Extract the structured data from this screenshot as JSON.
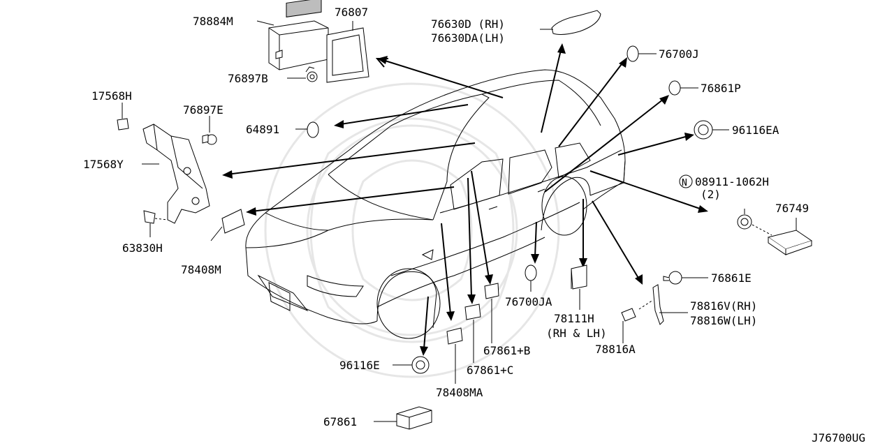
{
  "diagram_code": "J76700UG",
  "parts": {
    "p78884M": "78884M",
    "p76807": "76807",
    "p76630D": "76630D (RH)",
    "p76630DA": "76630DA(LH)",
    "p76700J": "76700J",
    "p76861P": "76861P",
    "p96116EA": "96116EA",
    "p08911_symbol": "N",
    "p08911": "08911-1062H",
    "p08911_qty": "(2)",
    "p76749": "76749",
    "p76897B": "76897B",
    "p17568H": "17568H",
    "p76897E": "76897E",
    "p64891": "64891",
    "p17568Y": "17568Y",
    "p63830H": "63830H",
    "p78408M": "78408M",
    "p76861E": "76861E",
    "p78816V": "78816V(RH)",
    "p78816W": "78816W(LH)",
    "p76700JA": "76700JA",
    "p78111H": "78111H",
    "p78111H_note": "(RH & LH)",
    "p78816A": "78816A",
    "p67861B": "67861+B",
    "p67861C": "67861+C",
    "p96116E": "96116E",
    "p78408MA": "78408MA",
    "p67861": "67861"
  }
}
